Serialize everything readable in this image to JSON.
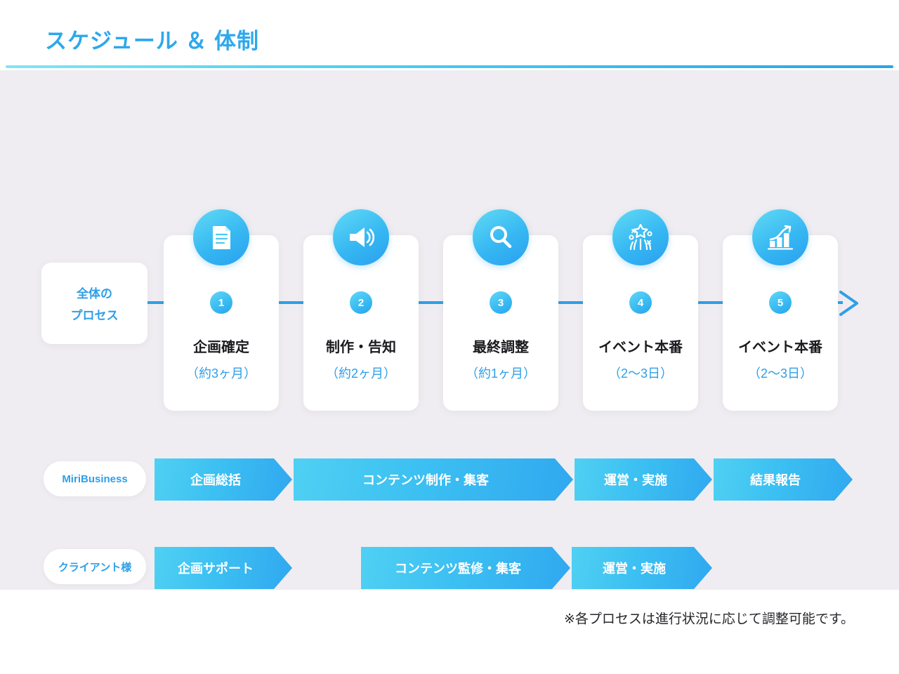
{
  "header": {
    "title": "スケジュール ＆ 体制",
    "rule_gradient_from": "#7fe6f5",
    "rule_gradient_to": "#2aa3ea"
  },
  "theme": {
    "accent": "#2e9fe8",
    "accent_light": "#62daf5",
    "panel_bg": "#efedf1",
    "card_bg": "#ffffff",
    "title_color": "#2ea8ec",
    "text_dark": "#1b1b1f"
  },
  "overall": {
    "label_line1": "全体の",
    "label_line2": "プロセス"
  },
  "process": {
    "steps": [
      {
        "number": "1",
        "icon": "document-icon",
        "title": "企画確定",
        "duration": "（約3ヶ月）"
      },
      {
        "number": "2",
        "icon": "megaphone-icon",
        "title": "制作・告知",
        "duration": "（約2ヶ月）"
      },
      {
        "number": "3",
        "icon": "magnifier-icon",
        "title": "最終調整",
        "duration": "（約1ヶ月）"
      },
      {
        "number": "4",
        "icon": "fireworks-icon",
        "title": "イベント本番",
        "duration": "（2〜3日）"
      },
      {
        "number": "5",
        "icon": "bar-chart-growth-icon",
        "title": "イベント本番",
        "duration": "（2〜3日）"
      }
    ],
    "timeline_end": "arrow-right-icon"
  },
  "roles": [
    {
      "name": "MiriBusiness",
      "tasks": [
        {
          "label": "企画総括"
        },
        {
          "label": "コンテンツ制作・集客"
        },
        {
          "label": "運営・実施"
        },
        {
          "label": "結果報告"
        }
      ]
    },
    {
      "name": "クライアント様",
      "tasks": [
        {
          "label": "企画サポート"
        },
        {
          "label": "コンテンツ監修・集客"
        },
        {
          "label": "運営・実施"
        }
      ]
    }
  ],
  "footnote": "※各プロセスは進行状況に応じて調整可能です。"
}
